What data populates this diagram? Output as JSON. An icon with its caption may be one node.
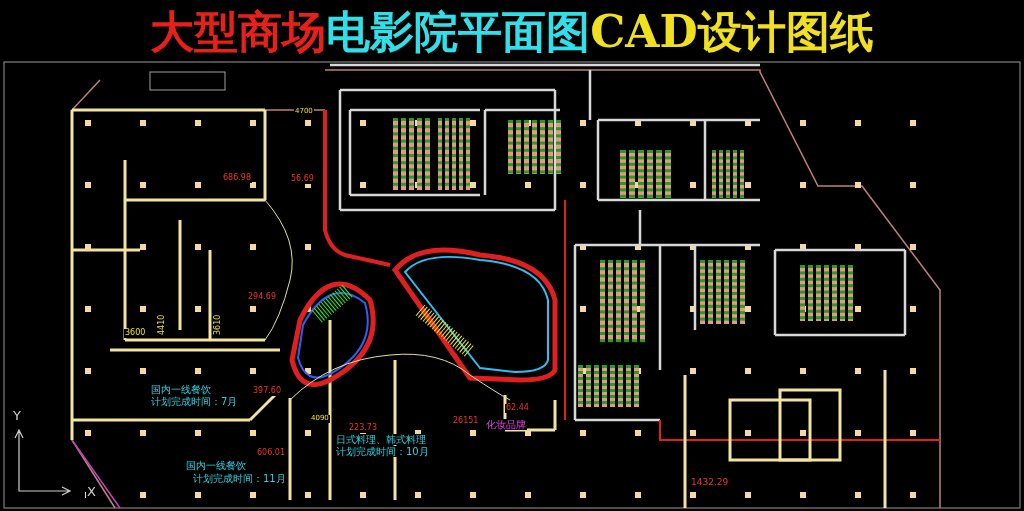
{
  "diagram": {
    "title": "大型商场电影院平面图CAD设计图纸",
    "labels": [
      "4700",
      "686.98",
      "56.69",
      "294.69",
      "3600",
      "4410",
      "3610",
      "国内一线餐饮",
      "计划完成时间：7月",
      "397.60",
      "4090",
      "606.01",
      "223.73",
      "26151",
      "62.44",
      "化妆品牌",
      "日式料理、韩式料理",
      "计划完成时间：10月",
      "国内一线餐饮",
      "计划完成时间：11月",
      "1432.29",
      "Y",
      "X"
    ]
  }
}
